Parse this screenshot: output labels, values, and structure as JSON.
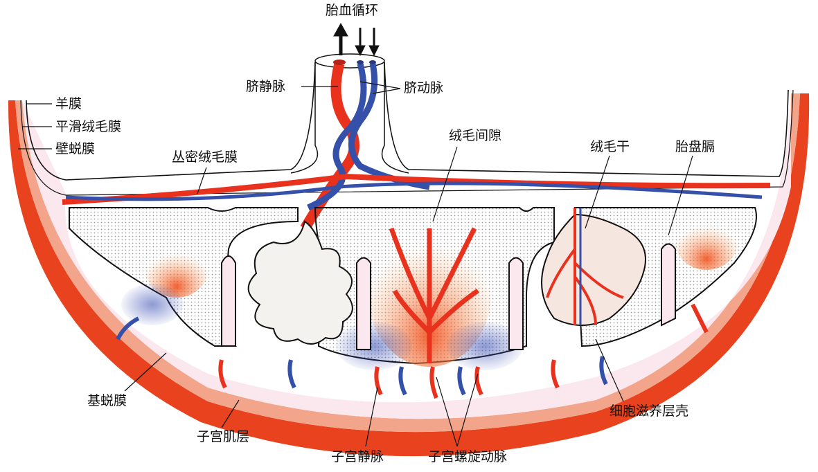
{
  "colors": {
    "artery": "#e8321e",
    "vein": "#3550a8",
    "uterus_wall": "#e8421e",
    "decidua": "#fbe7ee",
    "villi": "#f4f2ee",
    "line": "#111111"
  },
  "labels": {
    "fetal_circulation": "胎血循环",
    "umbilical_vein": "脐静脉",
    "umbilical_artery": "脐动脉",
    "amnion": "羊膜",
    "chorion_laeve": "平滑绒毛膜",
    "decidua_parietalis": "壁蜕膜",
    "chorion_frondosum": "丛密绒毛膜",
    "intervillous_space": "绒毛间隙",
    "stem_villus": "绒毛干",
    "placental_septum": "胎盘膈",
    "decidua_basalis": "基蜕膜",
    "myometrium": "子宫肌层",
    "uterine_vein": "子宫静脉",
    "spiral_artery": "子宫螺旋动脉",
    "trophoblast_shell": "细胞滋养层壳"
  }
}
